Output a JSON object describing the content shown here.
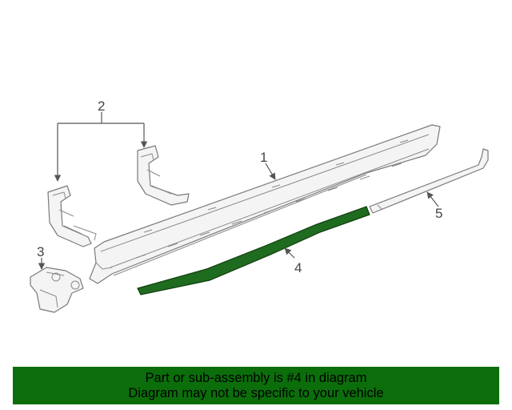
{
  "diagram": {
    "callouts": [
      {
        "id": "1",
        "label": "1"
      },
      {
        "id": "2",
        "label": "2"
      },
      {
        "id": "3",
        "label": "3"
      },
      {
        "id": "4",
        "label": "4"
      },
      {
        "id": "5",
        "label": "5"
      }
    ],
    "highlighted_part": "4",
    "highlight_color": "#1f6b1f"
  },
  "footer": {
    "line1": "Part or sub-assembly is #4 in diagram",
    "line2": "Diagram may not be specific to your vehicle",
    "background_color": "#0b6e0b"
  }
}
